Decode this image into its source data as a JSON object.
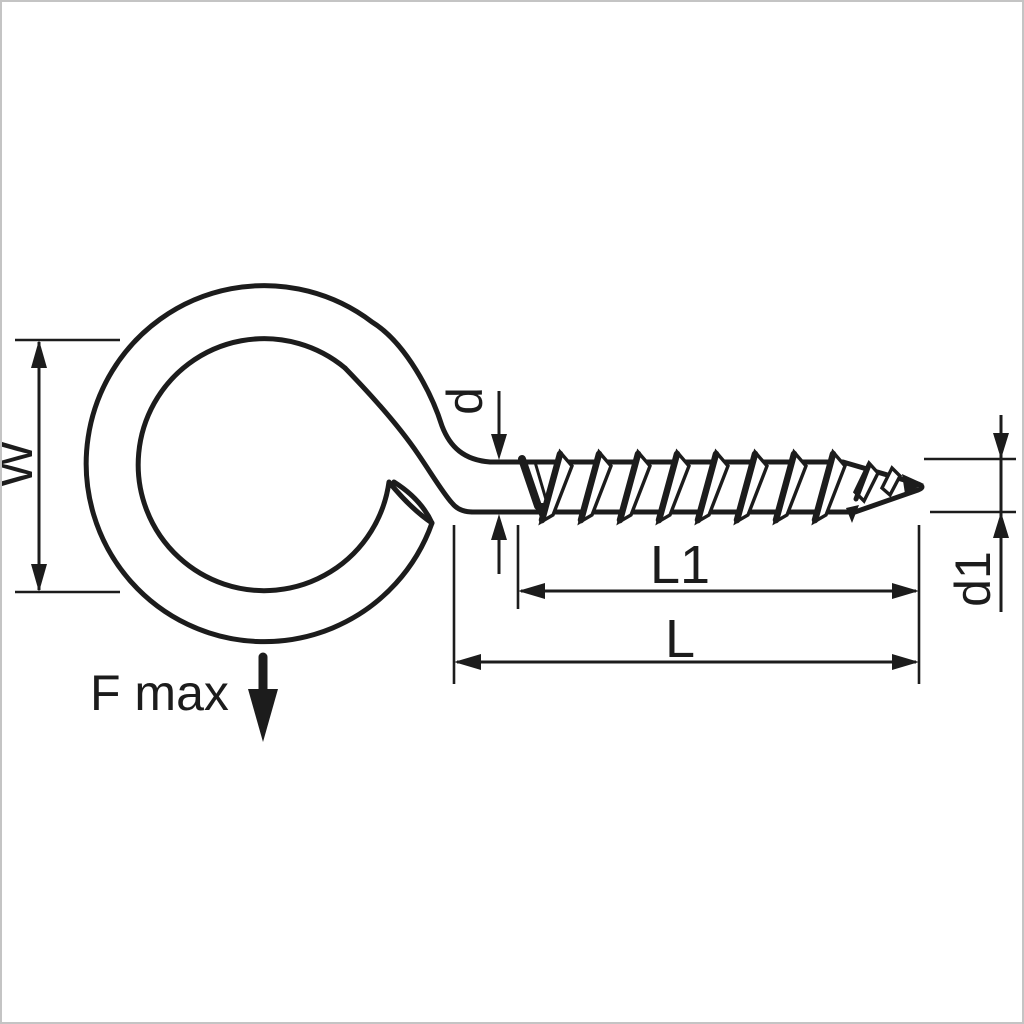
{
  "drawing": {
    "subject": "screw-eye technical drawing",
    "labels": {
      "eye_inner_width": "W",
      "wire_diameter": "d",
      "thread_outer_diameter": "d1",
      "thread_length": "L1",
      "overall_length": "L",
      "max_load": "F max"
    },
    "colors": {
      "ink": "#1c1c1c",
      "background": "#ffffff",
      "frame": "#c4c4c4"
    }
  }
}
